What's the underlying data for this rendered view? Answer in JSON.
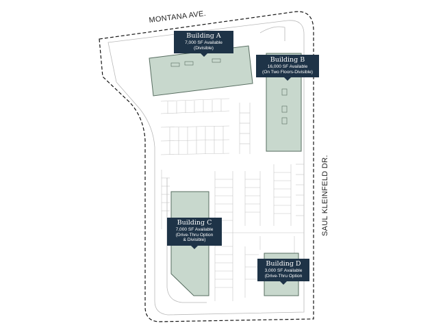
{
  "streets": {
    "north": "MONTANA AVE.",
    "east": "SAUL KLEINFELD DR."
  },
  "buildings": [
    {
      "name": "Building A",
      "lines": [
        "7,000 SF Available",
        "(Divisible)"
      ]
    },
    {
      "name": "Building B",
      "lines": [
        "16,000 SF Available",
        "(On Two Floors-Divisible)"
      ]
    },
    {
      "name": "Building C",
      "lines": [
        "7,000 SF Available",
        "(Drive-Thru Option",
        "& Divisible)"
      ]
    },
    {
      "name": "Building D",
      "lines": [
        "3,000 SF Available",
        "(Drive-Thru Option"
      ]
    }
  ],
  "colors": {
    "callout": "#1e3347",
    "building_fill": "#c8d8cd",
    "building_stroke": "#556b5e"
  }
}
